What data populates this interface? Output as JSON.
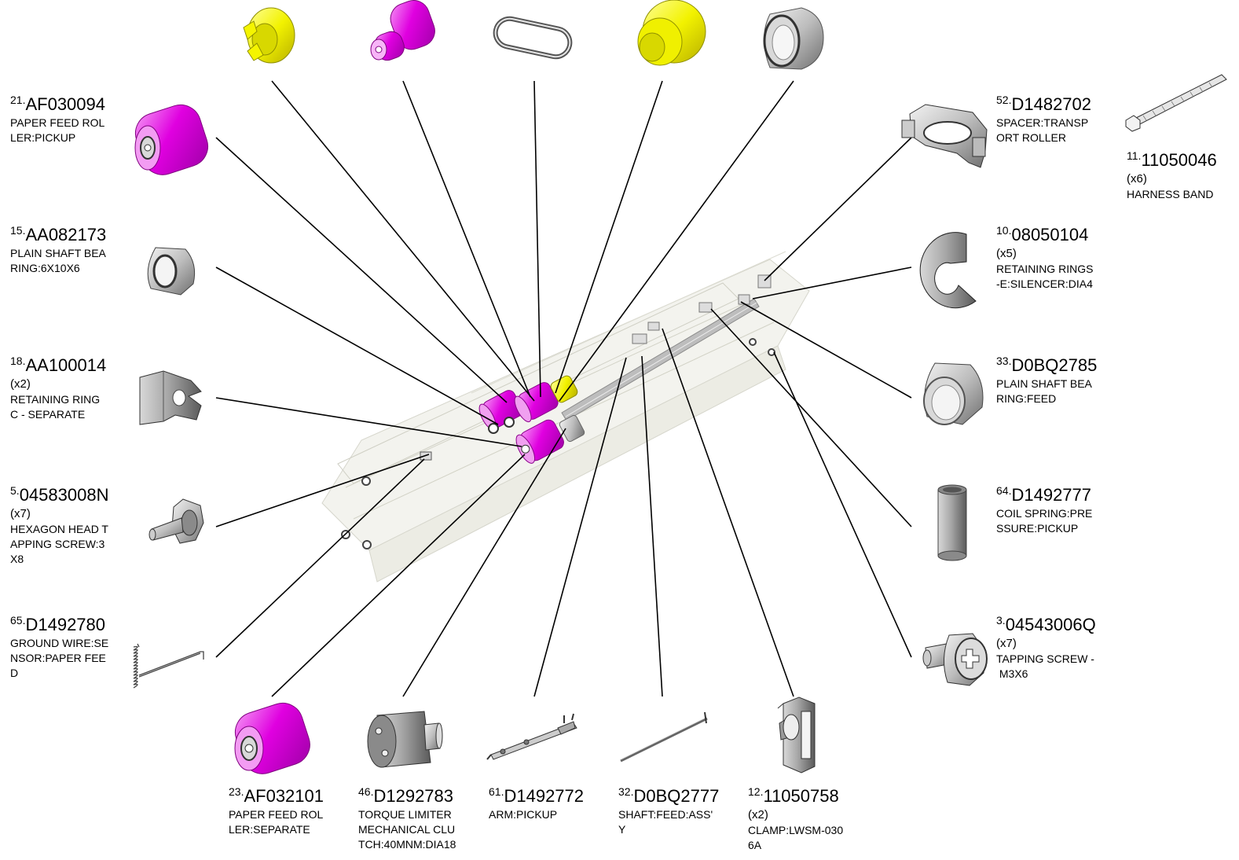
{
  "colors": {
    "pickup_part": "#e000e0",
    "yellow_part": "#f0f000",
    "grey_part": "#b8b8b8",
    "leader_line": "#000000"
  },
  "top_parts": [
    {
      "icon": "yellow-bushing"
    },
    {
      "icon": "magenta-stepped-roller"
    },
    {
      "icon": "rubber-band-loop"
    },
    {
      "icon": "yellow-stepped-pulley"
    },
    {
      "icon": "grey-bushing"
    }
  ],
  "parts": [
    {
      "index": "21.",
      "number": "AF030094",
      "qty": "",
      "desc": [
        "PAPER FEED ROL",
        "LER:PICKUP"
      ],
      "icon": "magenta-roller"
    },
    {
      "index": "15.",
      "number": "AA082173",
      "qty": "",
      "desc": [
        "PLAIN SHAFT BEA",
        "RING:6X10X6"
      ],
      "icon": "bearing"
    },
    {
      "index": "18.",
      "number": "AA100014",
      "qty": "(x2)",
      "desc": [
        "RETAINING RING",
        "C - SEPARATE"
      ],
      "icon": "c-ring"
    },
    {
      "index": "5.",
      "number": "04583008N",
      "qty": "(x7)",
      "desc": [
        "HEXAGON HEAD T",
        "APPING SCREW:3",
        "X8"
      ],
      "icon": "hex-screw"
    },
    {
      "index": "65.",
      "number": "D1492780",
      "qty": "",
      "desc": [
        "GROUND WIRE:SE",
        "NSOR:PAPER FEE",
        "D"
      ],
      "icon": "spring-wire"
    },
    {
      "index": "52.",
      "number": "D1482702",
      "qty": "",
      "desc": [
        "SPACER:TRANSP",
        "ORT ROLLER"
      ],
      "icon": "spacer"
    },
    {
      "index": "11.",
      "number": "11050046",
      "qty": "(x6)",
      "desc": [
        "HARNESS BAND"
      ],
      "icon": "harness-band"
    },
    {
      "index": "10.",
      "number": "08050104",
      "qty": "(x5)",
      "desc": [
        "RETAINING RINGS",
        "-E:SILENCER:DIA4"
      ],
      "icon": "e-ring"
    },
    {
      "index": "33.",
      "number": "D0BQ2785",
      "qty": "",
      "desc": [
        "PLAIN SHAFT BEA",
        "RING:FEED"
      ],
      "icon": "feed-bearing"
    },
    {
      "index": "64.",
      "number": "D1492777",
      "qty": "",
      "desc": [
        "COIL SPRING:PRE",
        "SSURE:PICKUP"
      ],
      "icon": "coil-spring"
    },
    {
      "index": "3.",
      "number": "04543006Q",
      "qty": "(x7)",
      "desc": [
        "TAPPING SCREW -",
        " M3X6"
      ],
      "icon": "tapping-screw"
    },
    {
      "index": "23.",
      "number": "AF032101",
      "qty": "",
      "desc": [
        "PAPER FEED ROL",
        "LER:SEPARATE"
      ],
      "icon": "magenta-roller"
    },
    {
      "index": "46.",
      "number": "D1292783",
      "qty": "",
      "desc": [
        "TORQUE LIMITER",
        "MECHANICAL CLU",
        "TCH:40MNM:DIA18"
      ],
      "icon": "torque-limiter"
    },
    {
      "index": "61.",
      "number": "D1492772",
      "qty": "",
      "desc": [
        "ARM:PICKUP"
      ],
      "icon": "pickup-arm"
    },
    {
      "index": "32.",
      "number": "D0BQ2777",
      "qty": "",
      "desc": [
        "SHAFT:FEED:ASS'",
        "Y"
      ],
      "icon": "feed-shaft"
    },
    {
      "index": "12.",
      "number": "11050758",
      "qty": "(x2)",
      "desc": [
        "CLAMP:LWSM-030",
        "6A"
      ],
      "icon": "clamp"
    }
  ]
}
